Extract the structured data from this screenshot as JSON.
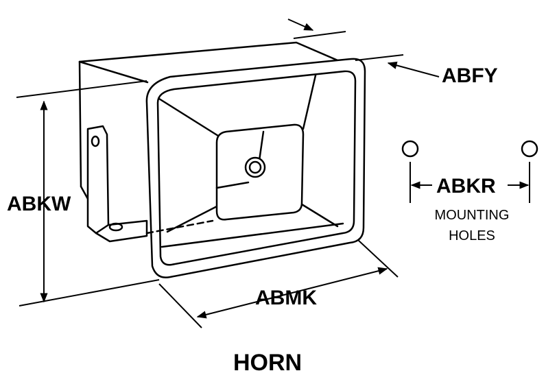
{
  "diagram": {
    "title": "HORN",
    "dimensions": {
      "abfy": "ABFY",
      "abkw": "ABKW",
      "abmk": "ABMK",
      "abkr": "ABKR"
    },
    "mounting_holes": {
      "line1": "MOUNTING",
      "line2": "HOLES"
    }
  },
  "colors": {
    "ink": "#000000",
    "paper": "#ffffff"
  }
}
